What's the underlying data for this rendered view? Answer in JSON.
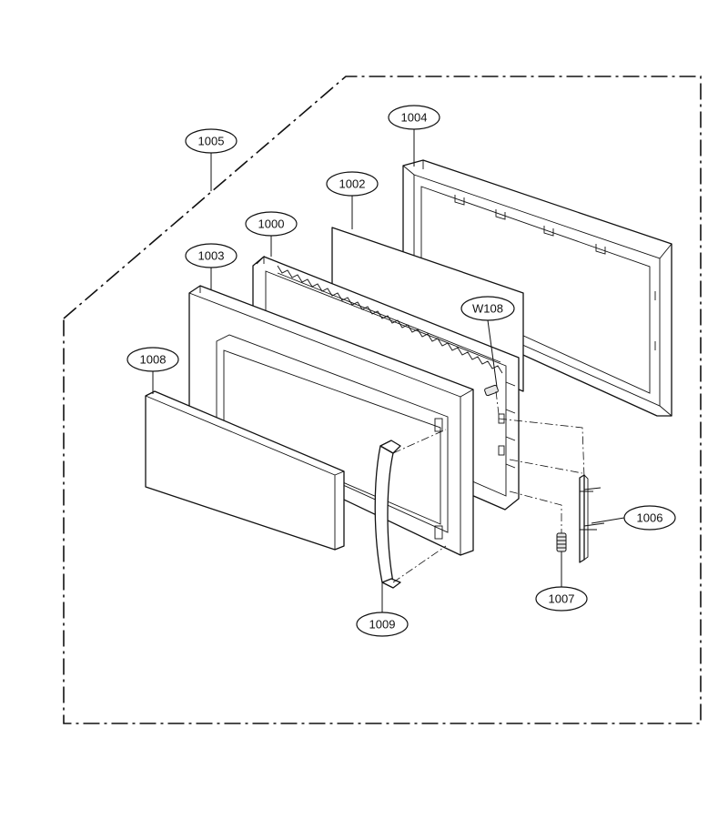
{
  "callouts": [
    {
      "id": "c1005",
      "label": "1005"
    },
    {
      "id": "c1004",
      "label": "1004"
    },
    {
      "id": "c1002",
      "label": "1002"
    },
    {
      "id": "c1000",
      "label": "1000"
    },
    {
      "id": "c1003",
      "label": "1003"
    },
    {
      "id": "cW108",
      "label": "W108"
    },
    {
      "id": "c1008",
      "label": "1008"
    },
    {
      "id": "c1006",
      "label": "1006"
    },
    {
      "id": "c1007",
      "label": "1007"
    },
    {
      "id": "c1009",
      "label": "1009"
    }
  ]
}
